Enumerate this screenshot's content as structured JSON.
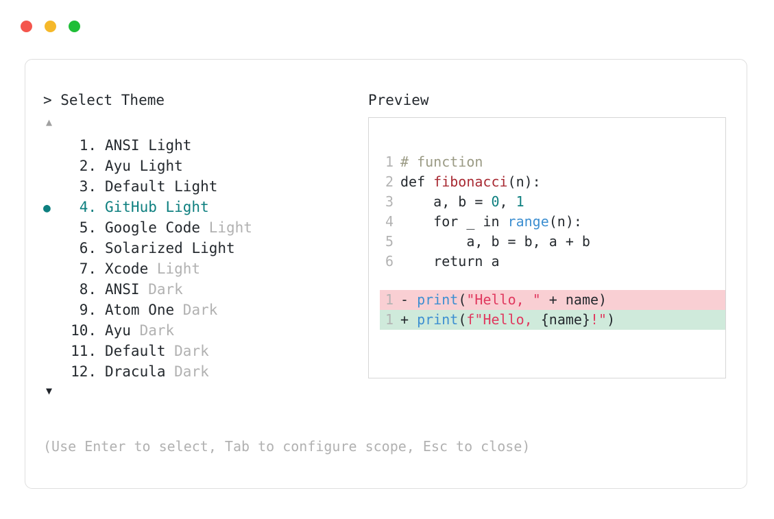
{
  "window": {
    "dots": [
      {
        "name": "close",
        "color": "#f4564d"
      },
      {
        "name": "minimize",
        "color": "#f5b82a"
      },
      {
        "name": "maximize",
        "color": "#1fbe37"
      }
    ]
  },
  "selector": {
    "prompt": "> Select Theme",
    "scroll_up_icon": "▲",
    "scroll_down_icon": "▼",
    "selected_index": 4,
    "selected_bullet": "●",
    "items": [
      {
        "index": "1.",
        "name": "ANSI",
        "variant": "Light",
        "variant_muted": false,
        "selected": false,
        "bullet": ""
      },
      {
        "index": "2.",
        "name": "Ayu",
        "variant": "Light",
        "variant_muted": false,
        "selected": false,
        "bullet": ""
      },
      {
        "index": "3.",
        "name": "Default",
        "variant": "Light",
        "variant_muted": false,
        "selected": false,
        "bullet": ""
      },
      {
        "index": "4.",
        "name": "GitHub",
        "variant": "Light",
        "variant_muted": false,
        "selected": true,
        "bullet": "●"
      },
      {
        "index": "5.",
        "name": "Google Code",
        "variant": "Light",
        "variant_muted": true,
        "selected": false,
        "bullet": ""
      },
      {
        "index": "6.",
        "name": "Solarized",
        "variant": "Light",
        "variant_muted": false,
        "selected": false,
        "bullet": ""
      },
      {
        "index": "7.",
        "name": "Xcode",
        "variant": "Light",
        "variant_muted": true,
        "selected": false,
        "bullet": ""
      },
      {
        "index": "8.",
        "name": "ANSI",
        "variant": "Dark",
        "variant_muted": true,
        "selected": false,
        "bullet": ""
      },
      {
        "index": "9.",
        "name": "Atom One",
        "variant": "Dark",
        "variant_muted": true,
        "selected": false,
        "bullet": ""
      },
      {
        "index": "10.",
        "name": "Ayu",
        "variant": "Dark",
        "variant_muted": true,
        "selected": false,
        "bullet": ""
      },
      {
        "index": "11.",
        "name": "Default",
        "variant": "Dark",
        "variant_muted": true,
        "selected": false,
        "bullet": ""
      },
      {
        "index": "12.",
        "name": "Dracula",
        "variant": "Dark",
        "variant_muted": true,
        "selected": false,
        "bullet": ""
      }
    ]
  },
  "preview": {
    "heading": "Preview",
    "code_lines": [
      {
        "number": "1",
        "tokens": [
          {
            "text": "# function",
            "kind": "comment"
          }
        ]
      },
      {
        "number": "2",
        "tokens": [
          {
            "text": "def ",
            "kind": "keyword"
          },
          {
            "text": "fibonacci",
            "kind": "func"
          },
          {
            "text": "(n):",
            "kind": "plain"
          }
        ]
      },
      {
        "number": "3",
        "tokens": [
          {
            "text": "    a, b = ",
            "kind": "plain"
          },
          {
            "text": "0",
            "kind": "number"
          },
          {
            "text": ", ",
            "kind": "plain"
          },
          {
            "text": "1",
            "kind": "number"
          }
        ]
      },
      {
        "number": "4",
        "tokens": [
          {
            "text": "    for _ in ",
            "kind": "plain"
          },
          {
            "text": "range",
            "kind": "builtin"
          },
          {
            "text": "(n):",
            "kind": "plain"
          }
        ]
      },
      {
        "number": "5",
        "tokens": [
          {
            "text": "        a, b = b, a + b",
            "kind": "plain"
          }
        ]
      },
      {
        "number": "6",
        "tokens": [
          {
            "text": "    return a",
            "kind": "plain"
          }
        ]
      }
    ],
    "diff_lines": [
      {
        "number": "1",
        "sign": "-",
        "type": "removed",
        "background": "#f9cfd3",
        "tokens": [
          {
            "text": "print",
            "kind": "call"
          },
          {
            "text": "(",
            "kind": "plain"
          },
          {
            "text": "\"Hello, \"",
            "kind": "string"
          },
          {
            "text": " + name)",
            "kind": "plain"
          }
        ]
      },
      {
        "number": "1",
        "sign": "+",
        "type": "added",
        "background": "#cfeadb",
        "tokens": [
          {
            "text": "print",
            "kind": "call"
          },
          {
            "text": "(",
            "kind": "plain"
          },
          {
            "text": "f\"Hello, ",
            "kind": "string"
          },
          {
            "text": "{name}",
            "kind": "plain"
          },
          {
            "text": "!\"",
            "kind": "string"
          },
          {
            "text": ")",
            "kind": "plain"
          }
        ]
      }
    ]
  },
  "footer": {
    "hint": "(Use Enter to select, Tab to configure scope, Esc to close)"
  },
  "colors": {
    "accent": "#0d7f7f",
    "muted": "#b1b1b1",
    "text": "#24292e",
    "border": "#dedede",
    "diff_removed_bg": "#f9cfd3",
    "diff_added_bg": "#cfeadb"
  }
}
